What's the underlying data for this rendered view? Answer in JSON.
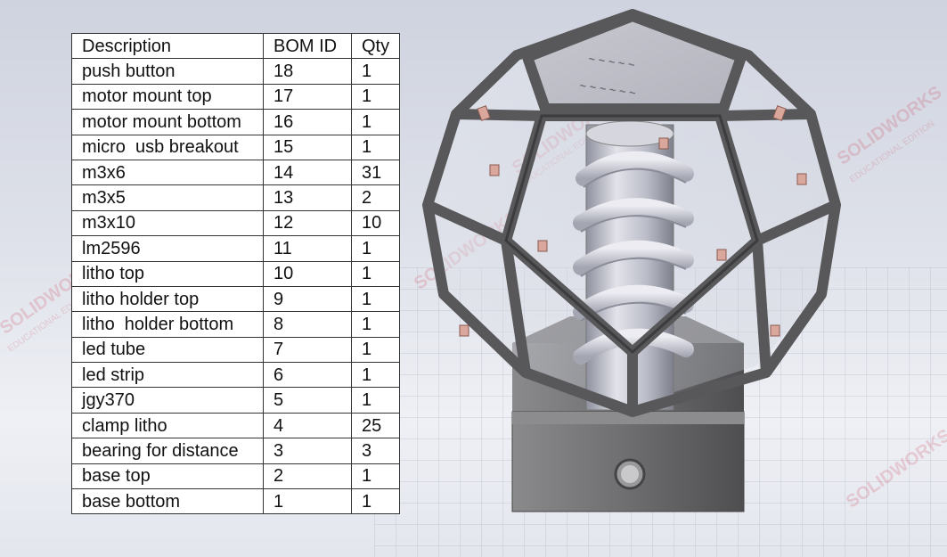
{
  "watermarks": {
    "brand": "SOLIDWORKS",
    "edition": "EDUCATIONAL EDITION"
  },
  "bom_table": {
    "headers": [
      "Description",
      "BOM ID",
      "Qty"
    ],
    "rows": [
      {
        "description": "push button",
        "bom_id": "18",
        "qty": "1"
      },
      {
        "description": "motor mount top",
        "bom_id": "17",
        "qty": "1"
      },
      {
        "description": "motor mount bottom",
        "bom_id": "16",
        "qty": "1"
      },
      {
        "description": "micro  usb breakout",
        "bom_id": "15",
        "qty": "1"
      },
      {
        "description": "m3x6",
        "bom_id": "14",
        "qty": "31"
      },
      {
        "description": "m3x5",
        "bom_id": "13",
        "qty": "2"
      },
      {
        "description": "m3x10",
        "bom_id": "12",
        "qty": "10"
      },
      {
        "description": "lm2596",
        "bom_id": "11",
        "qty": "1"
      },
      {
        "description": "litho top",
        "bom_id": "10",
        "qty": "1"
      },
      {
        "description": "litho holder top",
        "bom_id": "9",
        "qty": "1"
      },
      {
        "description": "litho  holder bottom",
        "bom_id": "8",
        "qty": "1"
      },
      {
        "description": "led tube",
        "bom_id": "7",
        "qty": "1"
      },
      {
        "description": "led strip",
        "bom_id": "6",
        "qty": "1"
      },
      {
        "description": "jgy370",
        "bom_id": "5",
        "qty": "1"
      },
      {
        "description": "clamp litho",
        "bom_id": "4",
        "qty": "25"
      },
      {
        "description": "bearing for distance",
        "bom_id": "3",
        "qty": "3"
      },
      {
        "description": "base top",
        "bom_id": "2",
        "qty": "1"
      },
      {
        "description": "base bottom",
        "bom_id": "1",
        "qty": "1"
      }
    ]
  },
  "colors": {
    "frame": "#5a5a5c",
    "frame_dark": "#3a3a3c",
    "base": "#6b6b6d",
    "tube": "#b8bac6",
    "coil": "#c9cad6",
    "accent_clamp": "#d9a79c"
  },
  "icons": {
    "model": "dodecahedron-lamp-model"
  }
}
